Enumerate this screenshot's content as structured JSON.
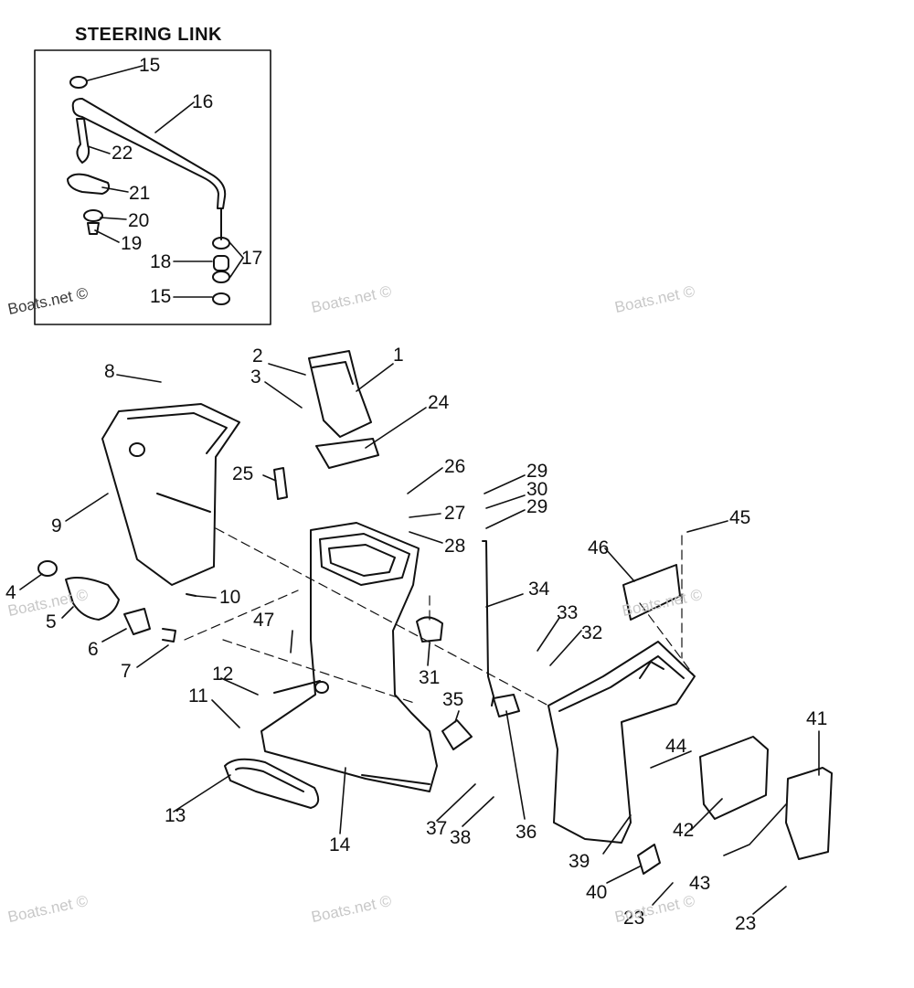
{
  "title": "STEERING LINK",
  "watermark": "Boats.net ©",
  "colors": {
    "line": "#111111",
    "watermark": "#c8c8c8",
    "background": "#ffffff"
  },
  "callouts": [
    "1",
    "2",
    "3",
    "4",
    "5",
    "6",
    "7",
    "8",
    "9",
    "10",
    "11",
    "12",
    "13",
    "14",
    "15",
    "16",
    "17",
    "18",
    "19",
    "20",
    "21",
    "22",
    "23",
    "24",
    "25",
    "26",
    "27",
    "28",
    "29",
    "30",
    "31",
    "32",
    "33",
    "34",
    "35",
    "36",
    "37",
    "38",
    "39",
    "40",
    "41",
    "42",
    "43",
    "44",
    "45",
    "46",
    "47"
  ]
}
